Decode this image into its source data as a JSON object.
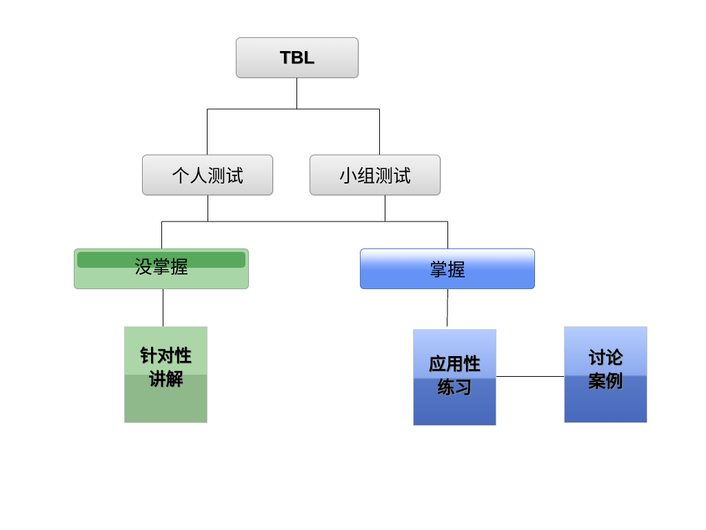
{
  "diagram": {
    "root": {
      "label": "TBL"
    },
    "tests": [
      {
        "label": "个人测试"
      },
      {
        "label": "小组测试"
      }
    ],
    "outcomes": [
      {
        "label": "没掌握",
        "color": "#a9d6a6",
        "accent": "#58a95c"
      },
      {
        "label": "掌握",
        "color": "#6592f5",
        "accent": "#ffffff"
      }
    ],
    "actions": [
      {
        "label": "针对性\n讲解",
        "color": "#acd6a7"
      },
      {
        "label": "应用性\n练习",
        "color": "#6d8fdc"
      },
      {
        "label": "讨论\n案例",
        "color": "#6d8fdc"
      }
    ],
    "line_color": "#000000"
  }
}
